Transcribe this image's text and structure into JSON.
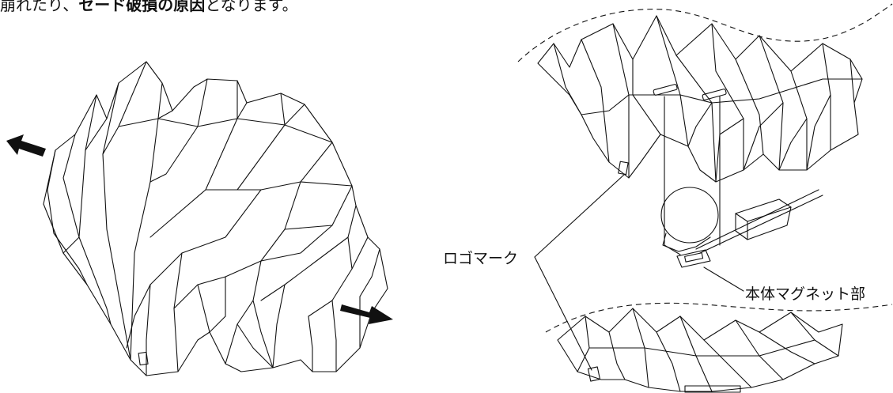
{
  "caption": {
    "prefix": "崩れたり、",
    "bold": "セード破損の原因",
    "suffix": "となります。"
  },
  "labels": {
    "logo_mark": "ロゴマーク",
    "magnet": "本体マグネット部"
  }
}
